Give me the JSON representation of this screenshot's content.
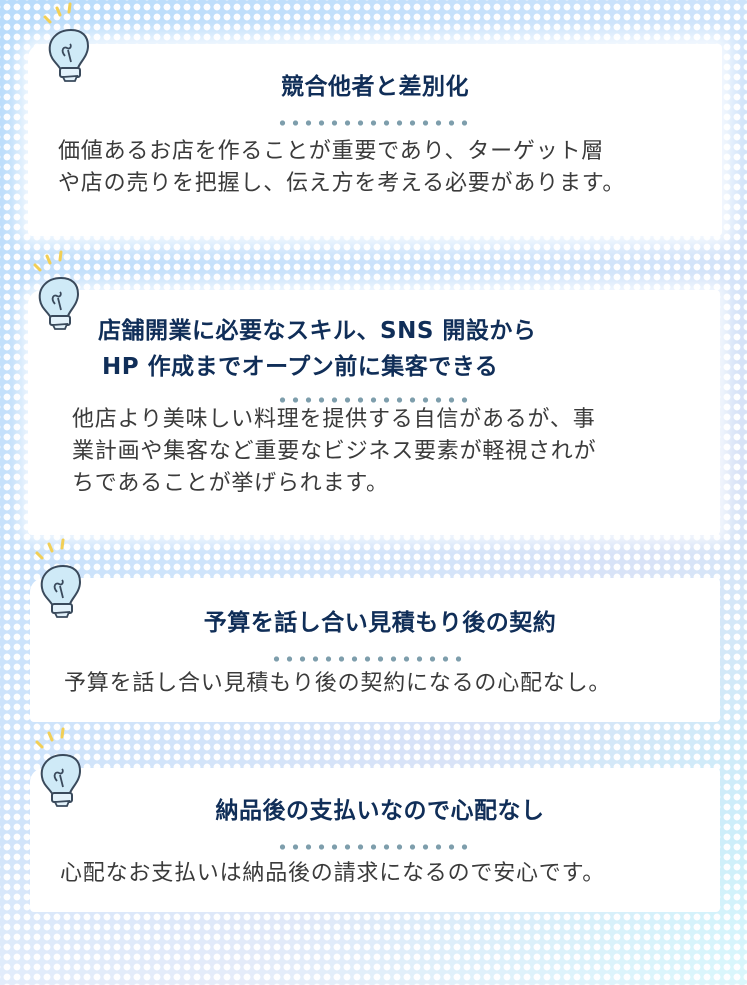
{
  "colors": {
    "title": "#102e58",
    "body_text": "#3b3b3b",
    "divider_dots": "#7e9eac",
    "bulb_glass": "#cfeaf7",
    "bulb_outline": "#3a4a5c",
    "bulb_sparks": "#f2cf55",
    "background": "#cfe4fb"
  },
  "items": [
    {
      "icon": "lightbulb-icon",
      "title": "競合他者と差別化",
      "description_lines": [
        "価値あるお店を作ることが重要であり、ターゲット層",
        "や店の売りを把握し、伝え方を考える必要があります。"
      ]
    },
    {
      "icon": "lightbulb-icon",
      "title_lines": [
        "店舗開業に必要なスキル、SNS 開設から",
        "HP 作成までオープン前に集客できる"
      ],
      "description_lines": [
        "他店より美味しい料理を提供する自信があるが、事",
        "業計画や集客など重要なビジネス要素が軽視されが",
        "ちであることが挙げられます。"
      ]
    },
    {
      "icon": "lightbulb-icon",
      "title": "予算を話し合い見積もり後の契約",
      "description_lines": [
        "予算を話し合い見積もり後の契約になるの心配なし。"
      ]
    },
    {
      "icon": "lightbulb-icon",
      "title": "納品後の支払いなので心配なし",
      "description_lines": [
        "心配なお支払いは納品後の請求になるので安心です。"
      ]
    }
  ]
}
